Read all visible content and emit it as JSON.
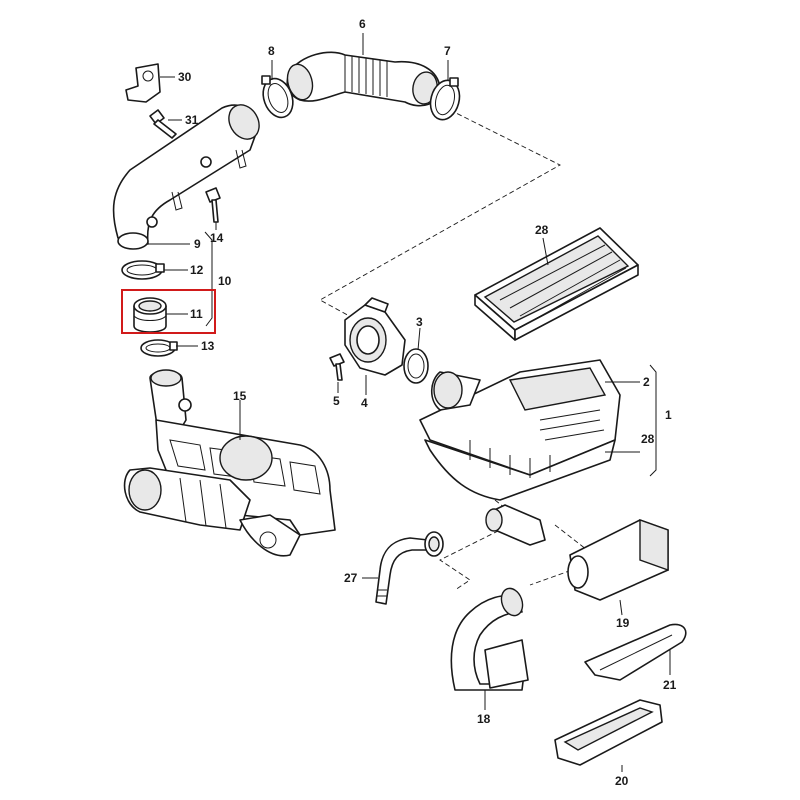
{
  "diagram": {
    "highlight_color": "#d11a1a",
    "highlighted_part": "11",
    "labels": {
      "l1": "1",
      "l2": "2",
      "l3": "3",
      "l4": "4",
      "l5": "5",
      "l6": "6",
      "l7": "7",
      "l8": "8",
      "l9": "9",
      "l10": "10",
      "l11": "11",
      "l12": "12",
      "l13": "13",
      "l14": "14",
      "l15": "15",
      "l18": "18",
      "l19": "19",
      "l20": "20",
      "l21": "21",
      "l27": "27",
      "l28a": "28",
      "l28b": "28",
      "l30": "30",
      "l31": "31"
    }
  }
}
